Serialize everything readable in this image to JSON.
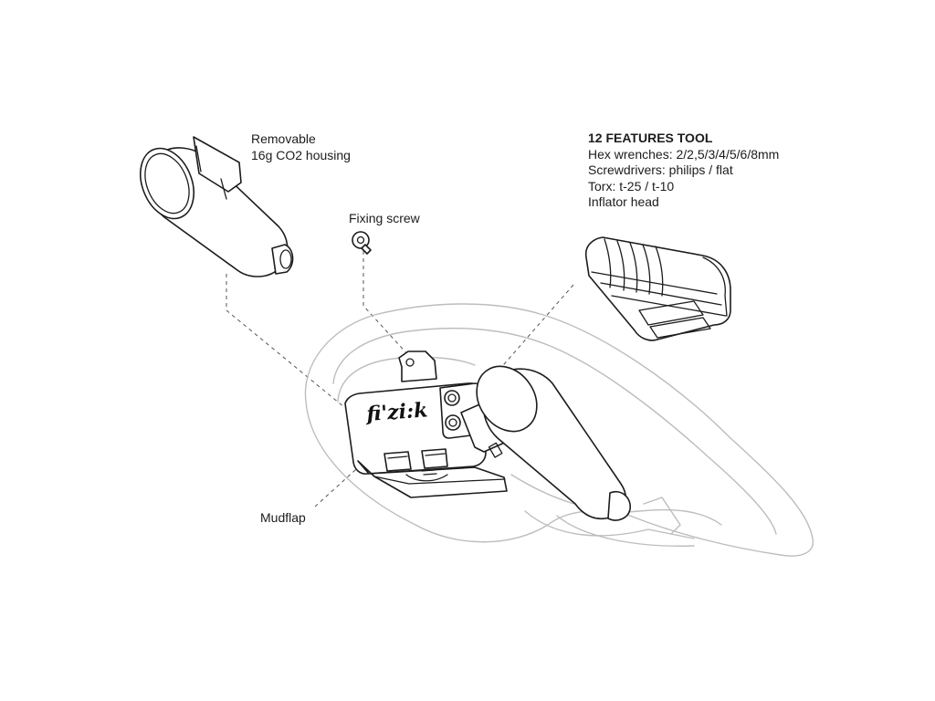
{
  "labels": {
    "co2_housing": [
      "Removable",
      "16g CO2 housing"
    ],
    "fixing_screw": "Fixing screw",
    "tool": {
      "title": "12 FEATURES TOOL",
      "lines": [
        "Hex wrenches: 2/2,5/3/4/5/6/8mm",
        "Screwdrivers: philips / flat",
        "Torx: t-25 / t-10",
        "Inflator head"
      ]
    },
    "mudflap": "Mudflap"
  },
  "logo": {
    "text": "fi'zi:k"
  },
  "colors": {
    "ink": "#1c1c1c",
    "saddle_outline": "#bdbdbd",
    "background": "#ffffff"
  },
  "icons": [
    "co2-housing-icon",
    "fixing-screw-icon",
    "multi-tool-icon",
    "saddle-icon",
    "mudflap-icon"
  ]
}
